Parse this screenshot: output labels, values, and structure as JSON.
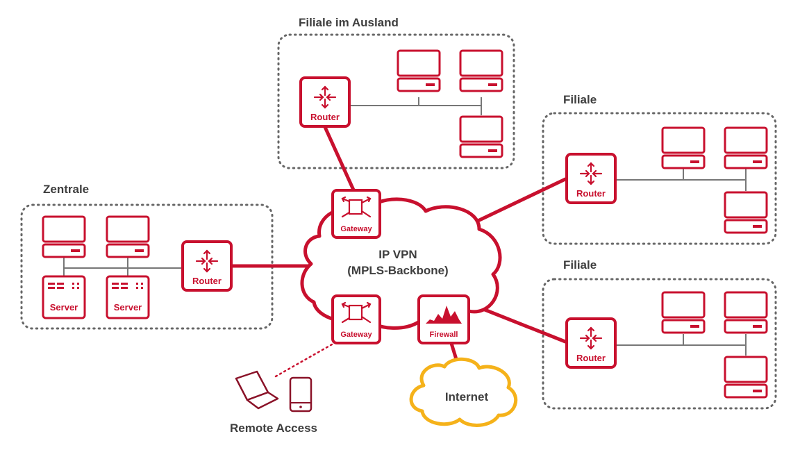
{
  "colors": {
    "accent": "#c8102e",
    "internet": "#f5b21a",
    "border": "#666666",
    "text": "#3e3e3e"
  },
  "groups": {
    "ausland": "Filiale im Ausland",
    "zentrale": "Zentrale",
    "filiale_top": "Filiale",
    "filiale_bottom": "Filiale"
  },
  "devices": {
    "router": "Router",
    "gateway": "Gateway",
    "firewall": "Firewall",
    "server": "Server"
  },
  "cloud": {
    "line1": "IP VPN",
    "line2": "(MPLS-Backbone)"
  },
  "internet": "Internet",
  "remote_access": "Remote Access",
  "icons": {
    "router": "router-arrows-icon",
    "gateway": "gateway-icon",
    "firewall": "firewall-graph-icon",
    "workstation": "workstation-icon",
    "server": "server-icon",
    "laptop": "laptop-icon",
    "phone": "phone-icon"
  }
}
